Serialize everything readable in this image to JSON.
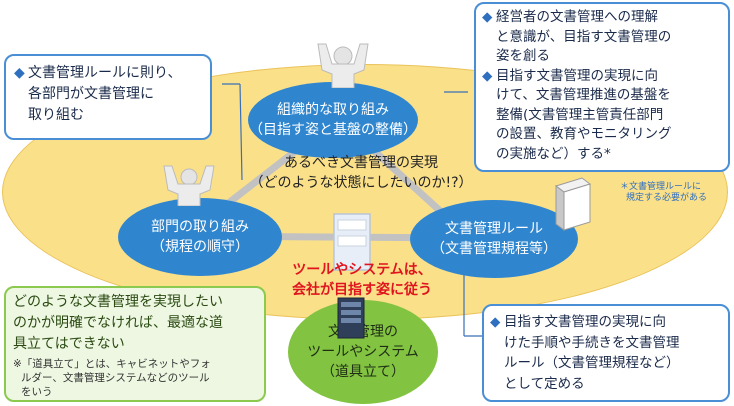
{
  "colors": {
    "ellipse_fill": "#fbe08a",
    "circle_blue": "#2f86cf",
    "circle_green": "#82c341",
    "box_border": "#4a8fd6",
    "red_text": "#e0141e"
  },
  "center": {
    "line1": "あるべき文書管理の実現",
    "line2": "（どのような状態にしたいのか!?）"
  },
  "top_circle": {
    "line1": "組織的な取り組み",
    "line2": "（目指す姿と基盤の整備）"
  },
  "left_circle": {
    "line1": "部門の取り組み",
    "line2": "（規程の順守）"
  },
  "right_circle": {
    "line1": "文書管理ルール",
    "line2": "（文書管理規程等）"
  },
  "bottom_circle": {
    "line1": "文書管理の",
    "line2": "ツールやシステム",
    "line3": "（道具立て）"
  },
  "red_caption": {
    "line1": "ツールやシステムは、",
    "line2": "会社が目指す姿に従う"
  },
  "left_box": {
    "bullet": "◆",
    "lines": [
      "文書管理ルールに則り、",
      "各部門が文書管理に",
      "取り組む"
    ]
  },
  "top_right_box": {
    "bullet": "◆",
    "item1": [
      "経営者の文書管理への理解",
      "と意識が、目指す文書管理の",
      "姿を創る"
    ],
    "item2": [
      "目指す文書管理の実現に向",
      "けて、文書管理推進の基盤を",
      "整備(文書管理主管責任部門",
      "の設置、教育やモニタリング",
      "の実施など）する*"
    ]
  },
  "footnote": {
    "line1": "＊文書管理ルールに",
    "line2": "規定する必要がある"
  },
  "bottom_right_box": {
    "bullet": "◆",
    "lines": [
      "目指す文書管理の実現に向",
      "けた手順や手続きを文書管理",
      "ルール（文書管理規程など）",
      "として定める"
    ]
  },
  "bottom_left_box": {
    "main": [
      "どのような文書管理を実現したい",
      "のかが明確でなければ、最適な道",
      "具立てはできない"
    ],
    "note": [
      "※「道具立て」とは、キャビネットやフォ",
      "ルダー、文書管理システムなどのツール",
      "をいう"
    ]
  },
  "icons": [
    "person-arms-up-icon",
    "person-arms-up-icon",
    "binder-icon",
    "cabinet-icon",
    "server-icon"
  ]
}
